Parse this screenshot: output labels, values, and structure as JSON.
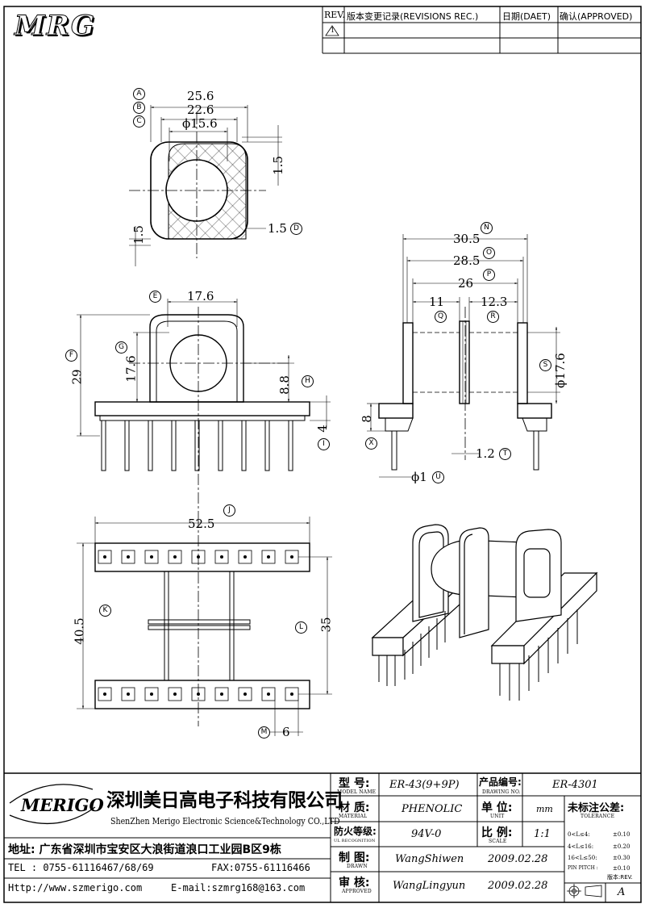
{
  "header": {
    "logo_text": "MRG",
    "revision_table": {
      "headers": [
        "REV.",
        "版本变更记录(REVISIONS REC.)",
        "日期(DAET)",
        "确认(APPROVED)"
      ],
      "rows": [
        [
          "1"
        ]
      ]
    }
  },
  "views": {
    "top_view": {
      "dims": {
        "A": "25.6",
        "B": "22.6",
        "C": "ϕ15.6",
        "D": "1.5",
        "top_offset": "1.5",
        "left_offset": "1.5"
      }
    },
    "front_view": {
      "dims": {
        "E": "17.6",
        "F": "29",
        "G": "17.6",
        "H": "8.8",
        "I": "4"
      }
    },
    "side_view": {
      "dims": {
        "N": "30.5",
        "O": "28.5",
        "P": "26",
        "Q": "11",
        "R": "12.3",
        "S": "ϕ17.6",
        "T": "1.2",
        "U": "ϕ1",
        "X": "8"
      }
    },
    "bottom_view": {
      "dims": {
        "J": "52.5",
        "K": "40.5",
        "L": "35",
        "M": "6"
      }
    },
    "markers": [
      "A",
      "B",
      "C",
      "D",
      "E",
      "F",
      "G",
      "H",
      "I",
      "J",
      "K",
      "L",
      "M",
      "N",
      "O",
      "P",
      "Q",
      "R",
      "S",
      "T",
      "U",
      "X"
    ]
  },
  "title_block": {
    "logo": "MERIGO",
    "company_cn": "深圳美日高电子科技有限公司",
    "company_en": "ShenZhen Merigo Electronic Science&Technology CO.,LTD",
    "address": "地址: 广东省深圳市宝安区大浪街道浪口工业园B区9栋",
    "tel": "TEL : 0755-61116467/68/69",
    "fax": "FAX:0755-61116466",
    "http": "Http://www.szmerigo.com",
    "email": "E-mail:szmrg168@163.com",
    "model_label_cn": "型 号:",
    "model_label_en": "MODEL NAME",
    "model_value": "ER-43(9+9P)",
    "drawing_no_label_cn": "产品编号:",
    "drawing_no_label_en": "DRAWING NO.",
    "drawing_no_value": "ER-4301",
    "material_label_cn": "材 质:",
    "material_label_en": "MATERIAL",
    "material_value": "PHENOLIC",
    "unit_label_cn": "单 位:",
    "unit_label_en": "UNIT",
    "unit_value": "mm",
    "ul_label_cn": "防火等级:",
    "ul_label_en": "UL RECOGNITION",
    "ul_value": "94V-0",
    "scale_label_cn": "比 例:",
    "scale_label_en": "SCALE",
    "scale_value": "1:1",
    "drawn_label_cn": "制 图:",
    "drawn_label_en": "DRAWN",
    "drawn_value": "WangShiwen",
    "drawn_date": "2009.02.28",
    "approved_label_cn": "审 核:",
    "approved_label_en": "APPROVED",
    "approved_value": "WangLingyun",
    "approved_date": "2009.02.28",
    "tolerance_title": "未标注公差:",
    "tolerance_sub": "TOLERANCE",
    "tolerances": [
      {
        "range": "0<L≤4:",
        "value": "±0.10"
      },
      {
        "range": "4<L≤16:",
        "value": "±0.20"
      },
      {
        "range": "16<L≤50:",
        "value": "±0.30"
      },
      {
        "range": "PIN PITCH :",
        "value": "±0.10"
      }
    ],
    "version_label": "版本:REV.",
    "version_value": "A"
  }
}
